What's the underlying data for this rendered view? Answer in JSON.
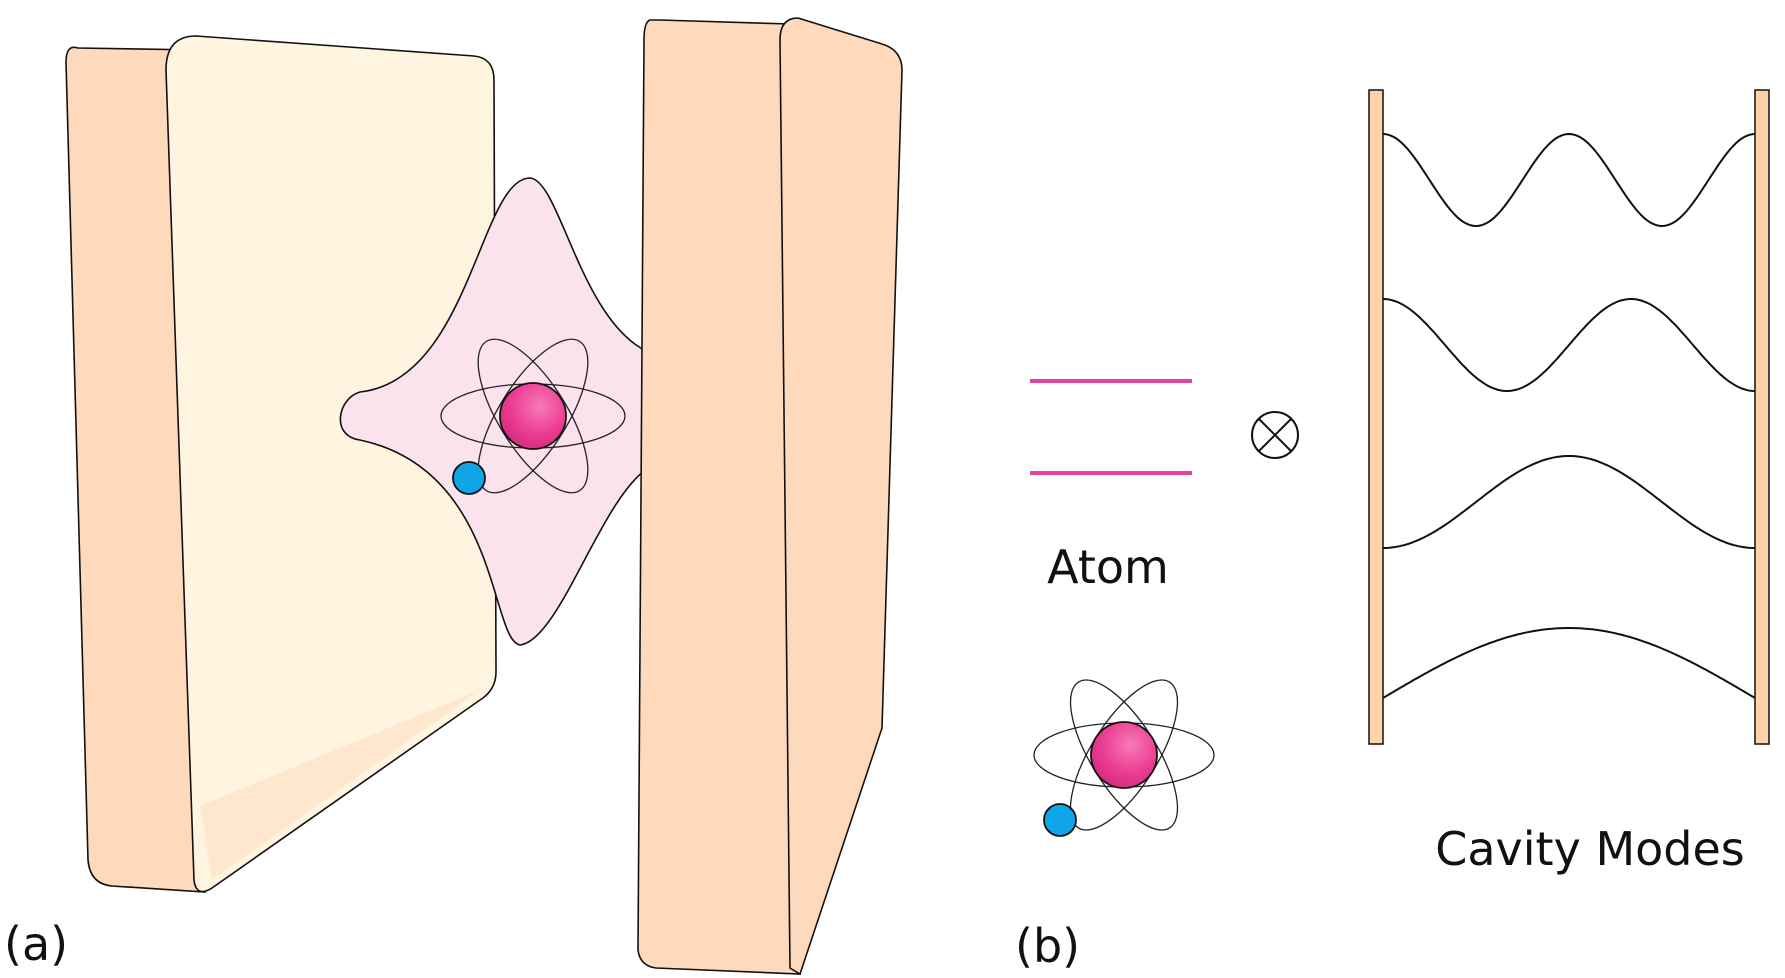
{
  "labels": {
    "panel_a": "(a)",
    "panel_b": "(b)",
    "atom": "Atom",
    "cavity_modes": "Cavity Modes"
  },
  "symbols": {
    "tensor_product": "⊗"
  },
  "colors": {
    "mirror_face": "#FFD9BC",
    "mirror_front": "#FFF4E0",
    "field_cloud": "#FBE3EE",
    "energy_levels": "#E8439A",
    "nucleus": "#EC3D93",
    "electron": "#0FA5E6",
    "cavity_wall": "#FFD3A8"
  },
  "cavity_modes": {
    "count": 4,
    "mode_numbers": [
      1,
      2,
      3,
      4
    ]
  }
}
